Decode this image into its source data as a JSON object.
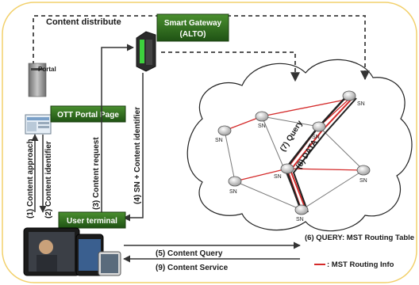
{
  "labels": {
    "content_distribute": "Content distribute",
    "smart_gateway": "Smart Gateway",
    "alto": "(ALTO)",
    "portal": "Portal",
    "ott_portal_page": "OTT Portal Page",
    "user_terminal": "User terminal",
    "step1": "(1) Content approach",
    "step2": "(2) Content identifier",
    "step3": "(3) Content request",
    "step4": "(4) SN + Content identifier",
    "step5": "(5) Content Query",
    "step6": "(6) QUERY: MST Routing Table",
    "step7": "(7) Query",
    "step8": "(8) DATA",
    "step9": "(9) Content Service",
    "legend": ": MST Routing Info",
    "node": "SN"
  },
  "colors": {
    "border": "#f2d06b",
    "green_box": "#2f6e1f",
    "red_link": "#d42a2a",
    "black_link": "#222222",
    "gray_link": "#7a7a7a"
  },
  "icons": [
    "server-icon",
    "gateway-icon",
    "router-icon",
    "tablet-icon",
    "webpage-icon"
  ]
}
